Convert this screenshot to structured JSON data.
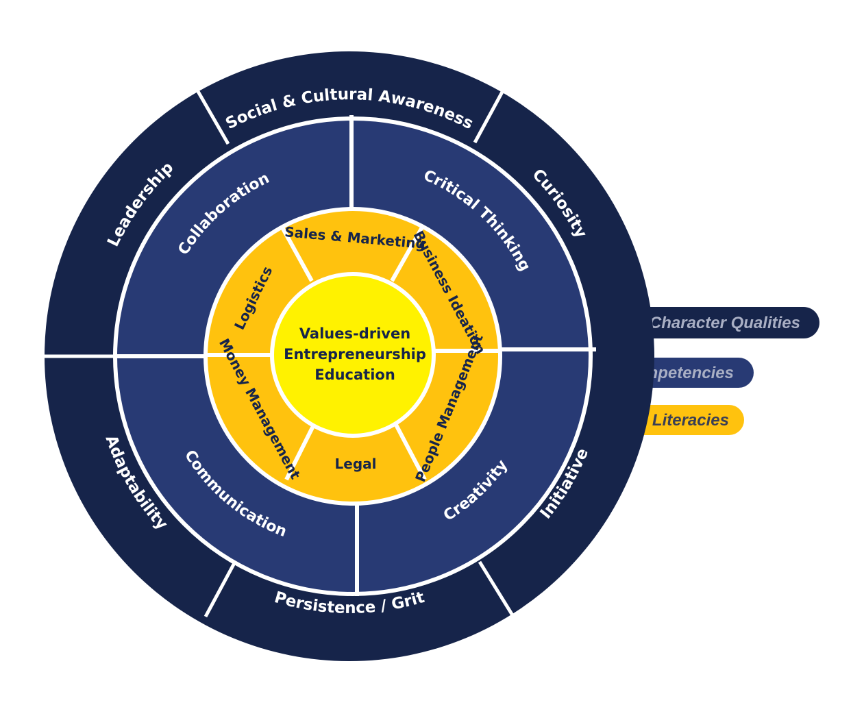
{
  "colors": {
    "outer_ring": "#16244a",
    "middle_ring": "#283a74",
    "inner_ring": "#ffc20e",
    "center": "#fff200",
    "divider": "#ffffff",
    "outer_text": "#ffffff",
    "middle_text": "#ffffff",
    "inner_text": "#16244a",
    "tag_character_bg": "#16244a",
    "tag_competencies_bg": "#283a74",
    "tag_foundational_bg": "#ffc20e",
    "tag_light_text": "#a9afc4",
    "tag_dark_text": "#3a3f55"
  },
  "center": {
    "lines": [
      "Values-driven",
      "Entrepreneurship",
      "Education"
    ]
  },
  "character_qualities": [
    "Social & Cultural Awareness",
    "Curiosity",
    "Initiative",
    "Persistence / Grit",
    "Adaptability",
    "Leadership"
  ],
  "competencies": [
    "Critical Thinking",
    "Creativity",
    "Communication",
    "Collaboration"
  ],
  "foundational_literacies": [
    "Sales & Marketing",
    "Business Ideation",
    "People Management",
    "Legal",
    "Money Management",
    "Logistics"
  ],
  "legend": {
    "character_qualities": "Character Qualities",
    "competencies": "Competencies",
    "foundational_literacies": "Foundational Literacies"
  }
}
